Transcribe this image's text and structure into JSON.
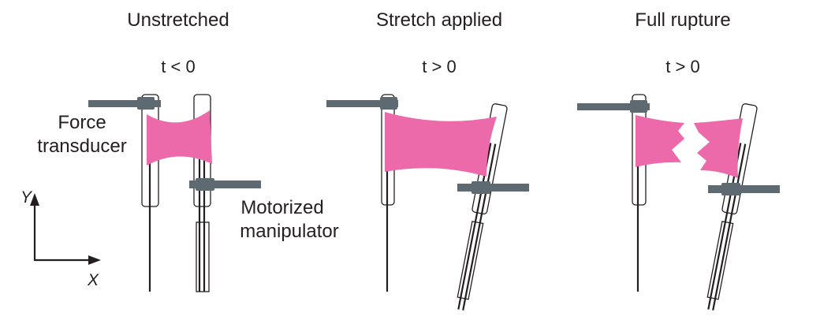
{
  "panels": [
    {
      "title": "Unstretched",
      "time": "t < 0"
    },
    {
      "title": "Stretch applied",
      "time": "t > 0"
    },
    {
      "title": "Full rupture",
      "time": "t > 0"
    }
  ],
  "labels": {
    "force_line1": "Force",
    "force_line2": "transducer",
    "motor_line1": "Motorized",
    "motor_line2": "manipulator"
  },
  "axes": {
    "y": "Y",
    "x": "X"
  },
  "colors": {
    "tissue": "#ec6aa9",
    "arm": "#5d6a72",
    "line": "#231f20"
  }
}
